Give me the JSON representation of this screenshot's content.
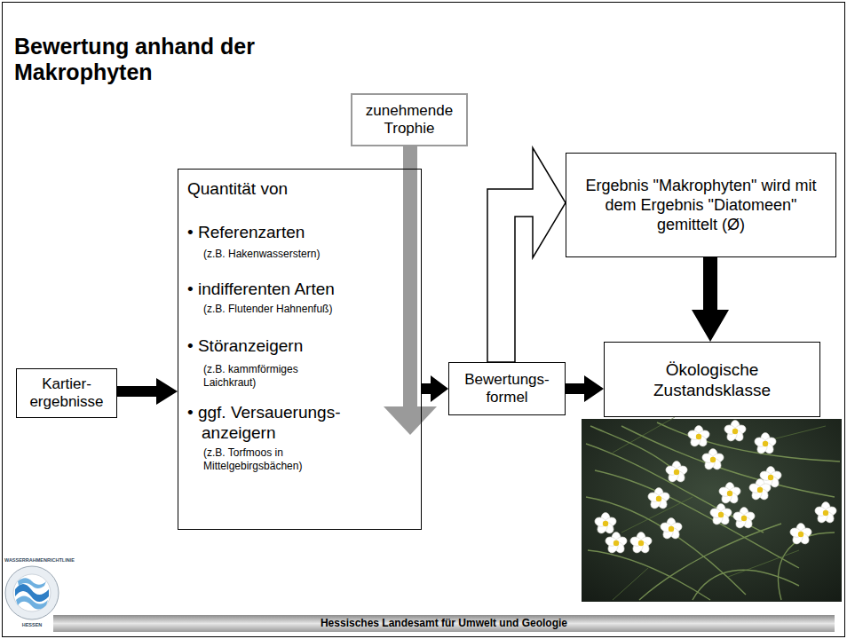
{
  "diagram": {
    "title": "Bewertung anhand der Makrophyten",
    "nodes": [
      {
        "text": [
          "zunehmende Trophie"
        ]
      },
      {
        "text": [
          "Quantität von",
          "• Referenzarten",
          "(z.B. Hakenwasserstern)",
          "• indifferenten Arten",
          "(z.B. Flutender Hahnenfuß)",
          "• Störanzeigern",
          "(z.B. kammförmiges Laichkraut)",
          "• ggf. Versauerungs- anzeigern",
          "(z.B. Torfmoos in Mittelgebirgsbächen)"
        ]
      },
      {
        "text": [
          "Kartier- ergebnisse"
        ]
      },
      {
        "text": [
          "Bewertungs- formel"
        ]
      },
      {
        "text": [
          "Ergebnis \"Makrophyten\" wird mit dem Ergebnis \"Diatomeen\" gemittelt (Ø)"
        ]
      },
      {
        "text": [
          "Ökologische Zustandsklasse"
        ]
      }
    ],
    "edges": [
      {
        "from": 2,
        "to": 1,
        "arrow": "to"
      },
      {
        "from": 1,
        "to": 3,
        "arrow": "to"
      },
      {
        "from": 3,
        "to": 5,
        "arrow": "to"
      },
      {
        "from": 3,
        "to": 4,
        "arrow": "to"
      },
      {
        "from": 4,
        "to": 5,
        "arrow": "to"
      }
    ],
    "labels": [
      "Hessisches Landesamt für Umwelt und Geologie",
      "WASSERRAHMENRICHTLINIE",
      "HESSEN"
    ]
  }
}
